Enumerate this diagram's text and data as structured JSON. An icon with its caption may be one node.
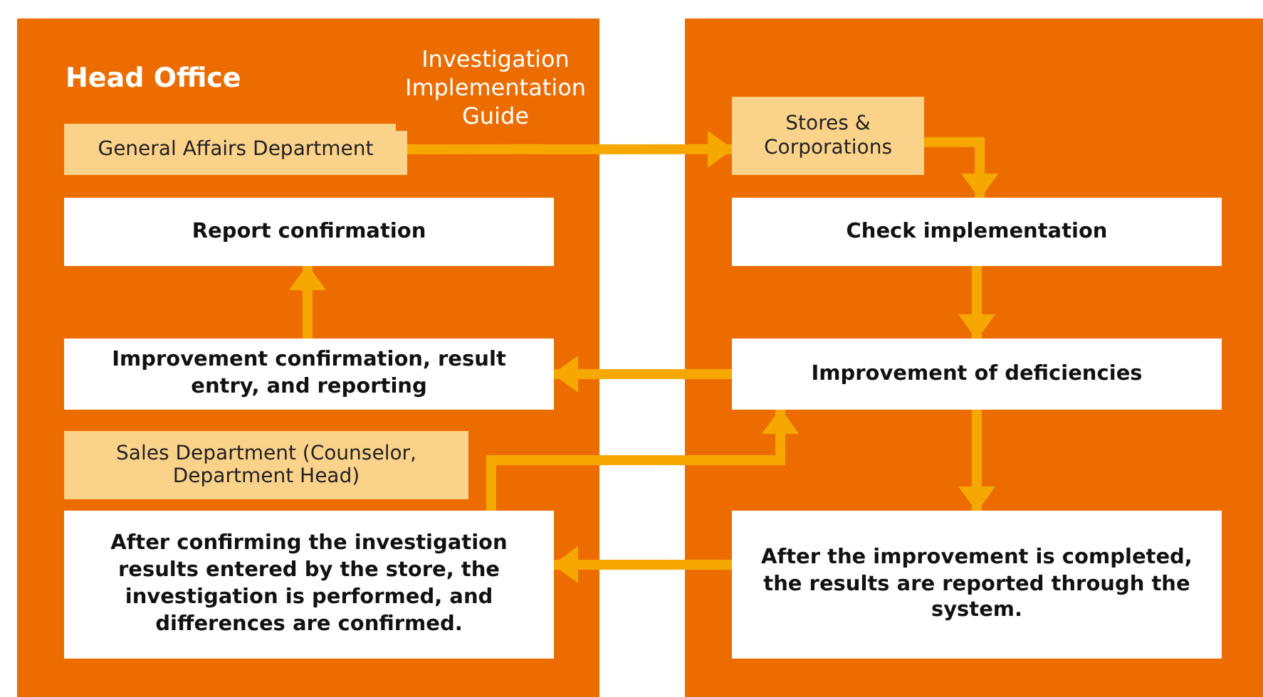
{
  "diagram": {
    "nodes": [
      {
        "text": [
          "Head Office"
        ]
      },
      {
        "text": [
          "General Affairs Department"
        ],
        "in": 0
      },
      {
        "text": [
          "Report confirmation"
        ],
        "in": 0
      },
      {
        "text": [
          "Improvement confirmation, result entry, and reporting"
        ],
        "in": 0
      },
      {
        "text": [
          "Sales Department (Counselor, Department Head)"
        ],
        "in": 0
      },
      {
        "text": [
          "After confirming the investigation results entered by the store, the investigation is performed, and differences are confirmed."
        ],
        "in": 0
      },
      {
        "text": [],
        "shape": "box"
      },
      {
        "text": [
          "Stores & Corporations"
        ],
        "in": 6
      },
      {
        "text": [
          "Check implementation"
        ],
        "in": 6
      },
      {
        "text": [
          "Improvement of deficiencies"
        ],
        "in": 6
      },
      {
        "text": [
          "After the improvement is completed, the results are reported through the system."
        ],
        "in": 6
      }
    ],
    "edges": [
      {
        "from": 1,
        "to": 7,
        "arrow": "to",
        "label": "Investigation Implementation Guide"
      },
      {
        "from": 7,
        "to": 8,
        "arrow": "to"
      },
      {
        "from": 8,
        "to": 9,
        "arrow": "to"
      },
      {
        "from": 9,
        "to": 3,
        "arrow": "to"
      },
      {
        "from": 3,
        "to": 2,
        "arrow": "to"
      },
      {
        "from": 9,
        "to": 10,
        "arrow": "to"
      },
      {
        "from": 10,
        "to": 5,
        "arrow": "to"
      },
      {
        "from": 5,
        "to": 9,
        "arrow": "to"
      }
    ]
  }
}
